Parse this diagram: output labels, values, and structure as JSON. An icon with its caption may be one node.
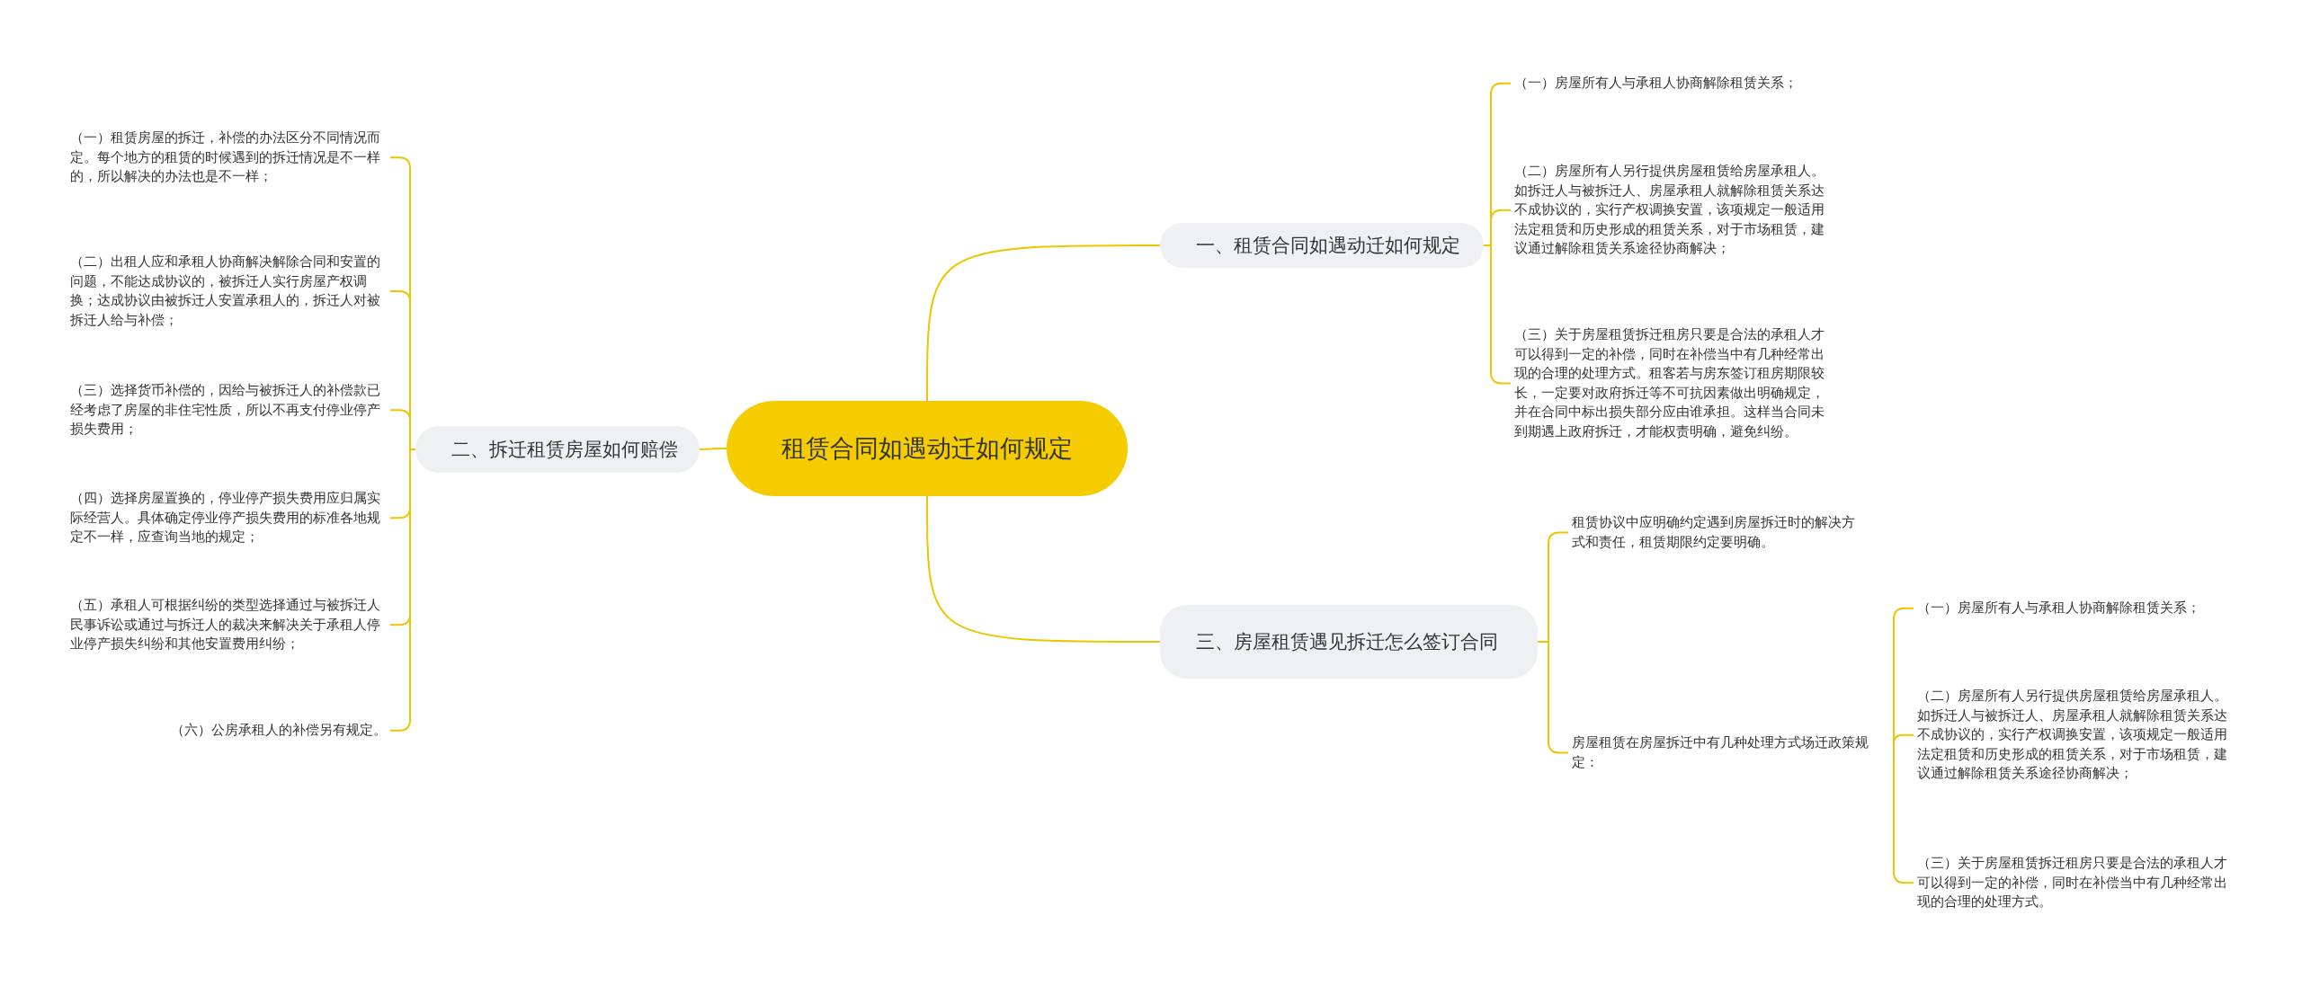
{
  "diagram": {
    "nodes": [
      {
        "text": [
          "租赁合同如遇动迁如何规定"
        ]
      },
      {
        "text": [
          "一、租赁合同如遇动迁如何规定"
        ]
      },
      {
        "text": [
          "（一）房屋所有人与承租人协商解除租赁关系；"
        ]
      },
      {
        "text": [
          "（二）房屋所有人另行提供房屋租赁给房屋承租人。如拆迁人与被拆迁人、房屋承租人就解除租赁关系达不成协议的，实行产权调换安置，该项规定一般适用法定租赁和历史形成的租赁关系，对于市场租赁，建议通过解除租赁关系途径协商解决；"
        ]
      },
      {
        "text": [
          "（三）关于房屋租赁拆迁租房只要是合法的承租人才可以得到一定的补偿，同时在补偿当中有几种经常出现的合理的处理方式。租客若与房东签订租房期限较长，一定要对政府拆迁等不可抗因素做出明确规定，并在合同中标出损失部分应由谁承担。这样当合同未到期遇上政府拆迁，才能权责明确，避免纠纷。"
        ]
      },
      {
        "text": [
          "二、拆迁租赁房屋如何赔偿"
        ]
      },
      {
        "text": [
          "（一）租赁房屋的拆迁，补偿的办法区分不同情况而定。每个地方的租赁的时候遇到的拆迁情况是不一样的，所以解决的办法也是不一样；"
        ]
      },
      {
        "text": [
          "（二）出租人应和承租人协商解决解除合同和安置的问题，不能达成协议的，被拆迁人实行房屋产权调换；达成协议由被拆迁人安置承租人的，拆迁人对被拆迁人给与补偿；"
        ]
      },
      {
        "text": [
          "（三）选择货币补偿的，因给与被拆迁人的补偿款已经考虑了房屋的非住宅性质，所以不再支付停业停产损失费用；"
        ]
      },
      {
        "text": [
          "（四）选择房屋置换的，停业停产损失费用应归属实际经营人。具体确定停业停产损失费用的标准各地规定不一样，应查询当地的规定；"
        ]
      },
      {
        "text": [
          "（五）承租人可根据纠纷的类型选择通过与被拆迁人民事诉讼或通过与拆迁人的裁决来解决关于承租人停业停产损失纠纷和其他安置费用纠纷；"
        ]
      },
      {
        "text": [
          "（六）公房承租人的补偿另有规定。"
        ]
      },
      {
        "text": [
          "三、房屋租赁遇见拆迁怎么签订合同"
        ]
      },
      {
        "text": [
          "租赁协议中应明确约定遇到房屋拆迁时的解决方式和责任，租赁期限约定要明确。"
        ]
      },
      {
        "text": [
          "房屋租赁在房屋拆迁中有几种处理方式场迁政策规定："
        ]
      },
      {
        "text": [
          "（一）房屋所有人与承租人协商解除租赁关系；"
        ]
      },
      {
        "text": [
          "（二）房屋所有人另行提供房屋租赁给房屋承租人。如拆迁人与被拆迁人、房屋承租人就解除租赁关系达不成协议的，实行产权调换安置，该项规定一般适用法定租赁和历史形成的租赁关系，对于市场租赁，建议通过解除租赁关系途径协商解决；"
        ]
      },
      {
        "text": [
          "（三）关于房屋租赁拆迁租房只要是合法的承租人才可以得到一定的补偿，同时在补偿当中有几种经常出现的合理的处理方式。"
        ]
      }
    ],
    "edges": [
      {
        "from": 0,
        "to": 1,
        "arrow": "none"
      },
      {
        "from": 1,
        "to": 2,
        "arrow": "none"
      },
      {
        "from": 1,
        "to": 3,
        "arrow": "none"
      },
      {
        "from": 1,
        "to": 4,
        "arrow": "none"
      },
      {
        "from": 0,
        "to": 5,
        "arrow": "none"
      },
      {
        "from": 5,
        "to": 6,
        "arrow": "none"
      },
      {
        "from": 5,
        "to": 7,
        "arrow": "none"
      },
      {
        "from": 5,
        "to": 8,
        "arrow": "none"
      },
      {
        "from": 5,
        "to": 9,
        "arrow": "none"
      },
      {
        "from": 5,
        "to": 10,
        "arrow": "none"
      },
      {
        "from": 5,
        "to": 11,
        "arrow": "none"
      },
      {
        "from": 0,
        "to": 12,
        "arrow": "none"
      },
      {
        "from": 12,
        "to": 13,
        "arrow": "none"
      },
      {
        "from": 12,
        "to": 14,
        "arrow": "none"
      },
      {
        "from": 14,
        "to": 15,
        "arrow": "none"
      },
      {
        "from": 14,
        "to": 16,
        "arrow": "none"
      },
      {
        "from": 14,
        "to": 17,
        "arrow": "none"
      }
    ]
  }
}
